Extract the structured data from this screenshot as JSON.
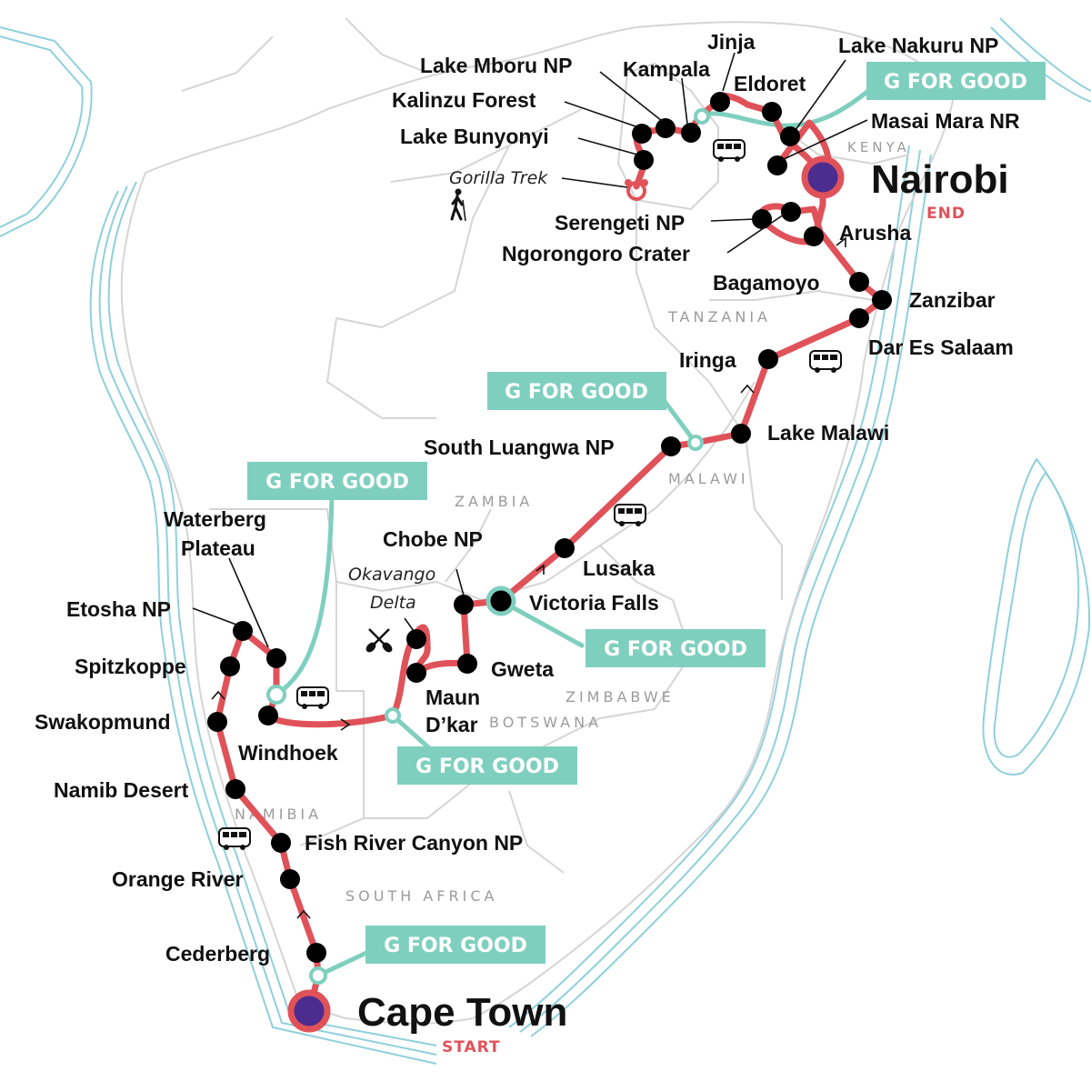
{
  "map": {
    "colors": {
      "route": "#e05259",
      "g_for_good": "#7fcfbf",
      "endpoint_fill": "#4b2c8f",
      "stop": "#000000",
      "border": "#d5d5d5",
      "coast_lines": "#8fd0dc",
      "country_label": "#9b9b9b"
    },
    "start": {
      "name": "Cape Town",
      "tag": "START"
    },
    "end": {
      "name": "Nairobi",
      "tag": "END"
    },
    "stops": [
      "Cederberg",
      "Orange River",
      "Fish River Canyon NP",
      "Namib Desert",
      "Swakopmund",
      "Spitzkoppe",
      "Etosha NP",
      "Waterberg Plateau",
      "Windhoek",
      "Maun",
      "D’kar",
      "Gweta",
      "Chobe NP",
      "Victoria Falls",
      "Lusaka",
      "South Luangwa NP",
      "Lake Malawi",
      "Iringa",
      "Dar Es Salaam",
      "Zanzibar",
      "Bagamoyo",
      "Arusha",
      "Ngorongoro Crater",
      "Serengeti NP",
      "Masai Mara NR",
      "Lake Nakuru NP",
      "Eldoret",
      "Jinja",
      "Kampala",
      "Lake Mboru NP",
      "Kalinzu Forest",
      "Lake Bunyonyi"
    ],
    "labels": {
      "cape_town": "Cape Town",
      "start": "START",
      "nairobi": "Nairobi",
      "end": "END",
      "cederberg": "Cederberg",
      "orange_river": "Orange River",
      "fish_river": "Fish River Canyon NP",
      "namib": "Namib Desert",
      "swakopmund": "Swakopmund",
      "spitzkoppe": "Spitzkoppe",
      "etosha": "Etosha NP",
      "waterberg_1": "Waterberg",
      "waterberg_2": "Plateau",
      "windhoek": "Windhoek",
      "okavango_1": "Okavango",
      "okavango_2": "Delta",
      "maun": "Maun",
      "dkar": "D’kar",
      "gweta": "Gweta",
      "chobe": "Chobe NP",
      "victoria_falls": "Victoria Falls",
      "lusaka": "Lusaka",
      "south_luangwa": "South Luangwa NP",
      "lake_malawi": "Lake Malawi",
      "iringa": "Iringa",
      "dar": "Dar Es Salaam",
      "zanzibar": "Zanzibar",
      "bagamoyo": "Bagamoyo",
      "arusha": "Arusha",
      "ngorongoro": "Ngorongoro Crater",
      "serengeti": "Serengeti NP",
      "masai_mara": "Masai Mara NR",
      "lake_nakuru": "Lake Nakuru NP",
      "eldoret": "Eldoret",
      "jinja": "Jinja",
      "kampala": "Kampala",
      "lake_mboru": "Lake Mboru NP",
      "kalinzu": "Kalinzu Forest",
      "bunyonyi": "Lake Bunyonyi",
      "gorilla": "Gorilla Trek"
    },
    "countries": {
      "kenya": "KENYA",
      "tanzania": "TANZANIA",
      "malawi": "MALAWI",
      "zambia": "ZAMBIA",
      "zimbabwe": "ZIMBABWE",
      "botswana": "BOTSWANA",
      "namibia": "NAMIBIA",
      "south_africa": "SOUTH AFRICA"
    },
    "g_for_good_label": "G FOR GOOD",
    "icons": [
      "bus-icon",
      "hiker-icon",
      "gorilla-icon",
      "canoe-paddles-icon",
      "direction-arrow-icon"
    ]
  }
}
